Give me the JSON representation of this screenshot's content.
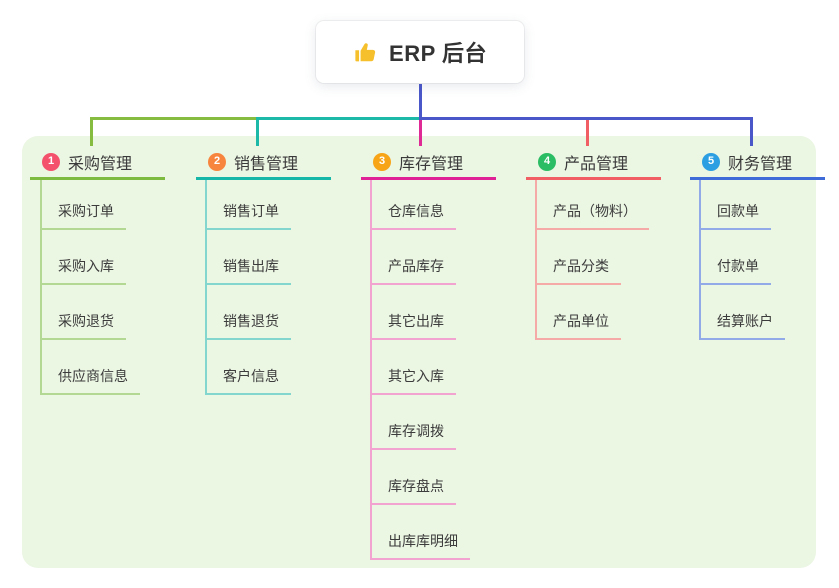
{
  "root": {
    "label": "ERP 后台",
    "icon": "thumbs-up"
  },
  "branches": [
    {
      "num": "1",
      "label": "采购管理",
      "children": [
        "采购订单",
        "采购入库",
        "采购退货",
        "供应商信息"
      ]
    },
    {
      "num": "2",
      "label": "销售管理",
      "children": [
        "销售订单",
        "销售出库",
        "销售退货",
        "客户信息"
      ]
    },
    {
      "num": "3",
      "label": "库存管理",
      "children": [
        "仓库信息",
        "产品库存",
        "其它出库",
        "其它入库",
        "库存调拨",
        "库存盘点",
        "出库库明细"
      ]
    },
    {
      "num": "4",
      "label": "产品管理",
      "children": [
        "产品（物料）",
        "产品分类",
        "产品单位"
      ]
    },
    {
      "num": "5",
      "label": "财务管理",
      "children": [
        "回款单",
        "付款单",
        "结算账户"
      ]
    }
  ],
  "palette": {
    "panel_background": "#ebf6e3",
    "connector_indigo": "#4a57c9",
    "branch1": {
      "line": "#7cbb3f",
      "light_line": "#b2d893",
      "badge": "#f4516c"
    },
    "branch2": {
      "line": "#16b6a8",
      "light_line": "#82d6cd",
      "badge": "#f8853e"
    },
    "branch3": {
      "line": "#df2396",
      "light_line": "#f2a3d0",
      "badge": "#f7a417"
    },
    "branch4": {
      "line": "#f15e63",
      "light_line": "#f5aaa8",
      "badge": "#2bbd64"
    },
    "branch5": {
      "line": "#3f6bd8",
      "light_line": "#93aae8",
      "badge": "#2b9fe2"
    }
  }
}
